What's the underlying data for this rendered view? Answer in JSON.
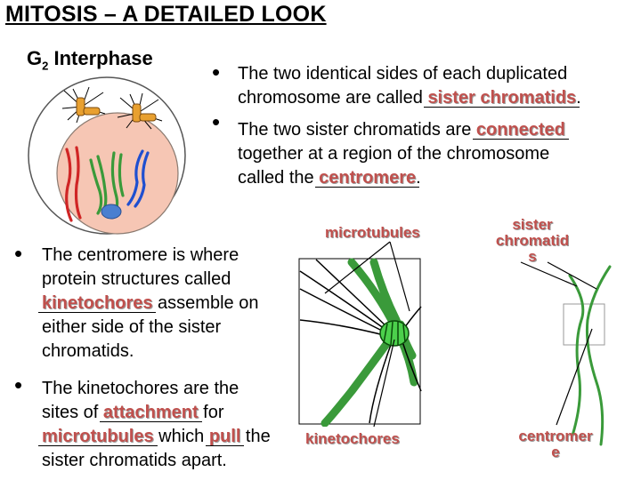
{
  "slide": {
    "title": "MITOSIS – A DETAILED LOOK",
    "subtitle_main": "G",
    "subtitle_sub": "2",
    "subtitle_rest": " Interphase"
  },
  "top_bullets": [
    {
      "line1": "The two identical sides of each duplicated",
      "line2_pre": "chromosome are called ",
      "line2_fill": "sister chromatids",
      "line2_post": "."
    },
    {
      "line1_pre": "The two sister chromatids are ",
      "line1_fill": "connected",
      "line2": "together at a region of the chromosome",
      "line3_pre": "called the ",
      "line3_fill": "centromere",
      "line3_post": "."
    }
  ],
  "bottom_bullets": [
    {
      "line1": "The centromere is where",
      "line2": "protein structures called",
      "line3_fill": "kinetochores",
      "line3_post": " assemble on",
      "line4": "either side of the sister",
      "line5": "chromatids."
    },
    {
      "line1": "The kinetochores are the",
      "line2_pre": "sites of ",
      "line2_fill": "attachment",
      "line2_post": " for",
      "line3_fill": "microtubules",
      "line3_mid": " which ",
      "line3_fill2": "pull",
      "line3_post": " the",
      "line4": "sister chromatids apart."
    }
  ],
  "diagram_labels": {
    "microtubules": "microtubules",
    "sister_line1": "sister",
    "sister_line2": "chromatid",
    "sister_line3": "s",
    "kinetochores": "kinetochores",
    "centromere_line1": "centromer",
    "centromere_line2": "e"
  },
  "colors": {
    "fill_text": "#c0504d",
    "chromatid_green": "#3a9a3a",
    "label_green": "#70ad47",
    "nucleus": "#f6c6b4",
    "chromosome_red": "#d02525",
    "chromosome_blue": "#1f4fd0"
  }
}
